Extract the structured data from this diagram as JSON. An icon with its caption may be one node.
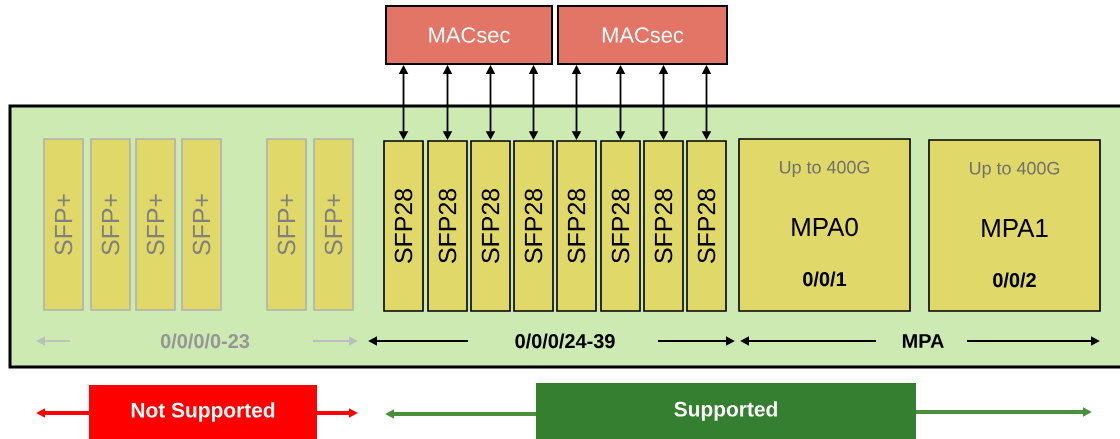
{
  "diagram": {
    "nodes": [
      {
        "text": [],
        "shape": "box"
      },
      {
        "text": [
          "MACsec"
        ]
      },
      {
        "text": [
          "MACsec"
        ]
      },
      {
        "text": [
          "SFP+"
        ],
        "in": 0
      },
      {
        "text": [
          "SFP+"
        ],
        "in": 0
      },
      {
        "text": [
          "SFP+"
        ],
        "in": 0
      },
      {
        "text": [
          "SFP+"
        ],
        "in": 0
      },
      {
        "text": [
          "SFP+"
        ],
        "in": 0
      },
      {
        "text": [
          "SFP+"
        ],
        "in": 0
      },
      {
        "text": [
          "SFP28"
        ],
        "in": 0
      },
      {
        "text": [
          "SFP28"
        ],
        "in": 0
      },
      {
        "text": [
          "SFP28"
        ],
        "in": 0
      },
      {
        "text": [
          "SFP28"
        ],
        "in": 0
      },
      {
        "text": [
          "SFP28"
        ],
        "in": 0
      },
      {
        "text": [
          "SFP28"
        ],
        "in": 0
      },
      {
        "text": [
          "SFP28"
        ],
        "in": 0
      },
      {
        "text": [
          "SFP28"
        ],
        "in": 0
      },
      {
        "text": [
          "Up to 400G",
          "MPA0",
          "0/0/1"
        ],
        "in": 0
      },
      {
        "text": [
          "Up to 400G",
          "MPA1",
          "0/0/2"
        ],
        "in": 0
      },
      {
        "text": [
          "Not Supported"
        ]
      },
      {
        "text": [
          "Supported"
        ]
      }
    ],
    "edges": [
      {
        "from": 1,
        "to": 9,
        "arrow": "both"
      },
      {
        "from": 1,
        "to": 10,
        "arrow": "both"
      },
      {
        "from": 1,
        "to": 11,
        "arrow": "both"
      },
      {
        "from": 1,
        "to": 12,
        "arrow": "both"
      },
      {
        "from": 2,
        "to": 13,
        "arrow": "both"
      },
      {
        "from": 2,
        "to": 14,
        "arrow": "both"
      },
      {
        "from": 2,
        "to": 15,
        "arrow": "both"
      },
      {
        "from": 2,
        "to": 16,
        "arrow": "both"
      }
    ],
    "labels": [
      "0/0/0/0-23",
      "0/0/0/24-39",
      "MPA"
    ]
  }
}
